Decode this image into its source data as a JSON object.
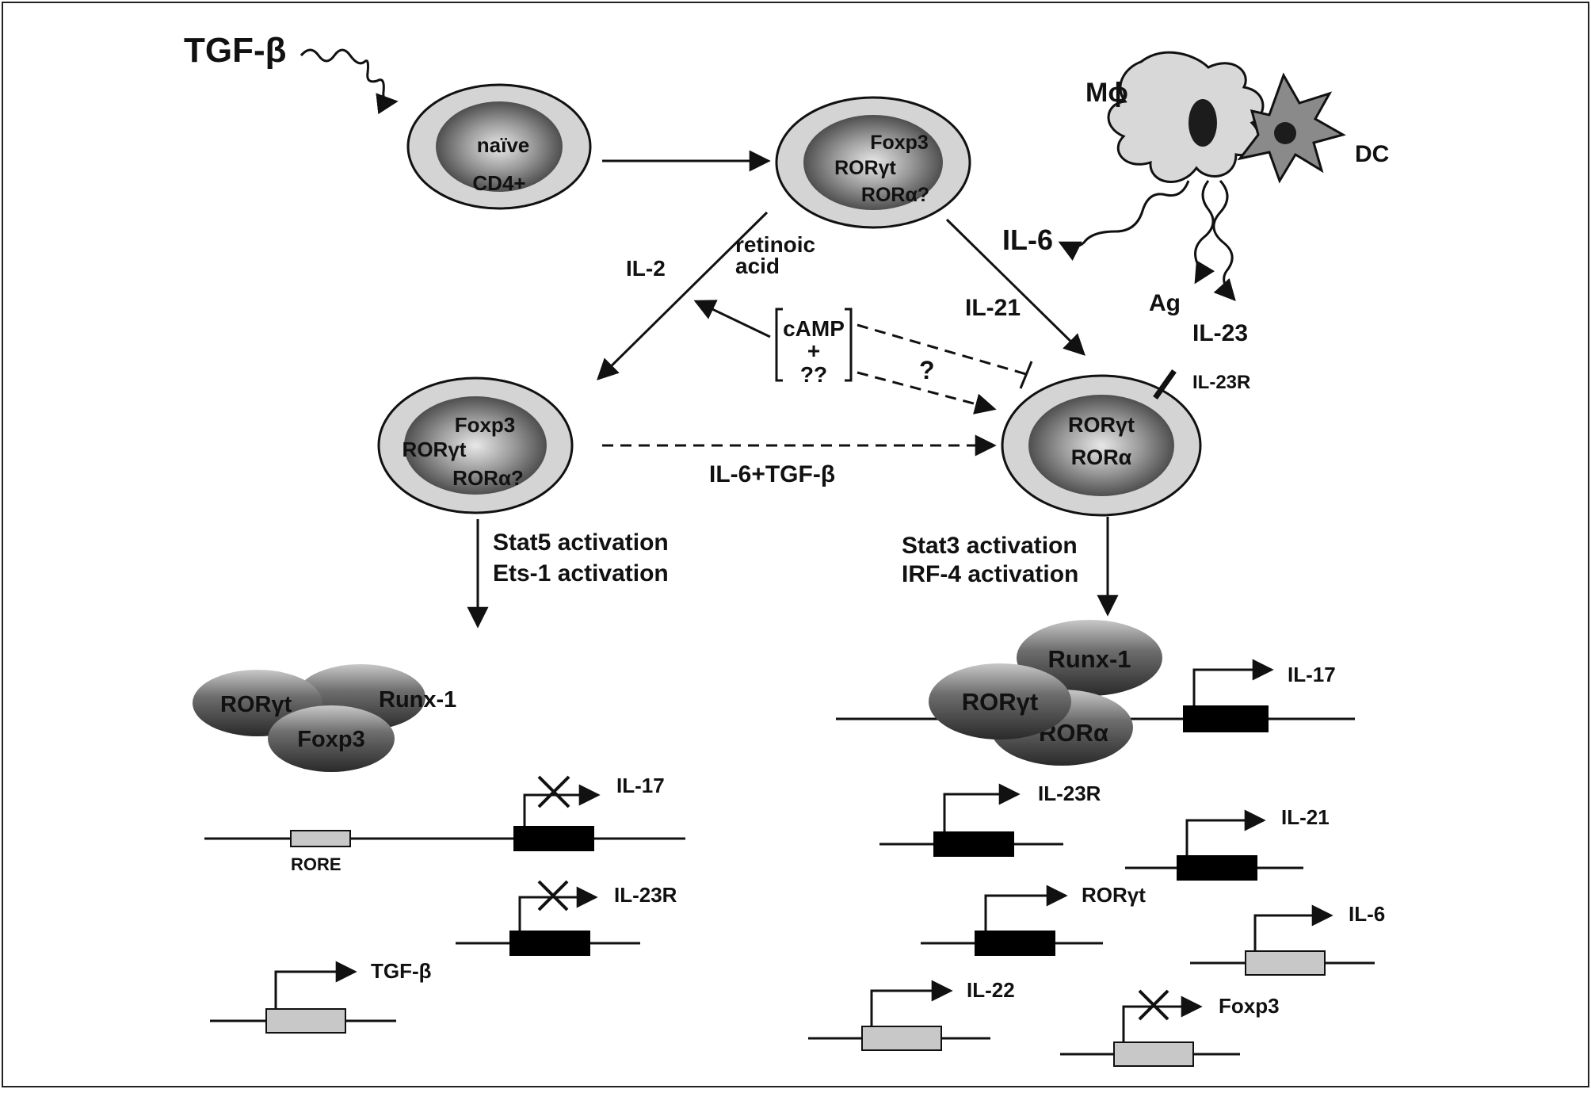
{
  "input": {
    "tgf_beta": "TGF-β"
  },
  "cells": {
    "naive": {
      "line1": "naïve",
      "line2": "CD4+"
    },
    "intermediate": {
      "line1": "Foxp3",
      "line2": "RORγt",
      "line3": "RORα?"
    },
    "treg": {
      "line1": "Foxp3",
      "line2": "RORγt",
      "line3": "RORα?"
    },
    "th17": {
      "line1": "RORγt",
      "line2": "RORα"
    }
  },
  "apc": {
    "macrophage": "Mϕ",
    "dc": "DC",
    "il6": "IL-6",
    "ag": "Ag",
    "il23": "IL-23"
  },
  "signals": {
    "il2": "IL-2",
    "retinoic_line1": "retinoic",
    "retinoic_line2": "acid",
    "il21": "IL-21",
    "camp_line1": "cAMP",
    "camp_line2": "+",
    "camp_line3": "??",
    "question": "?",
    "il23r_receptor": "IL-23R",
    "il6_tgf": "IL-6+TGF-β"
  },
  "left_branch": {
    "activation1": "Stat5 activation",
    "activation2": "Ets-1 activation",
    "complex": {
      "rorgt": "RORγt",
      "runx1": "Runx-1",
      "foxp3": "Foxp3"
    },
    "rore": "RORE",
    "genes": {
      "il17": "IL-17",
      "il23r": "IL-23R",
      "tgfb": "TGF-β"
    }
  },
  "right_branch": {
    "activation1": "Stat3 activation",
    "activation2": "IRF-4 activation",
    "complex": {
      "runx1": "Runx-1",
      "rorgt": "RORγt",
      "rora": "RORα"
    },
    "genes": {
      "il17": "IL-17",
      "il23r": "IL-23R",
      "il21": "IL-21",
      "rorgt": "RORγt",
      "il6": "IL-6",
      "il22": "IL-22",
      "foxp3": "Foxp3"
    }
  },
  "colors": {
    "line": "#111111",
    "cell_outer": "#d4d4d4",
    "nucleus_dark": "#3a3a3a",
    "active_box": "#000000",
    "inactive_box": "#c8c8c8"
  }
}
